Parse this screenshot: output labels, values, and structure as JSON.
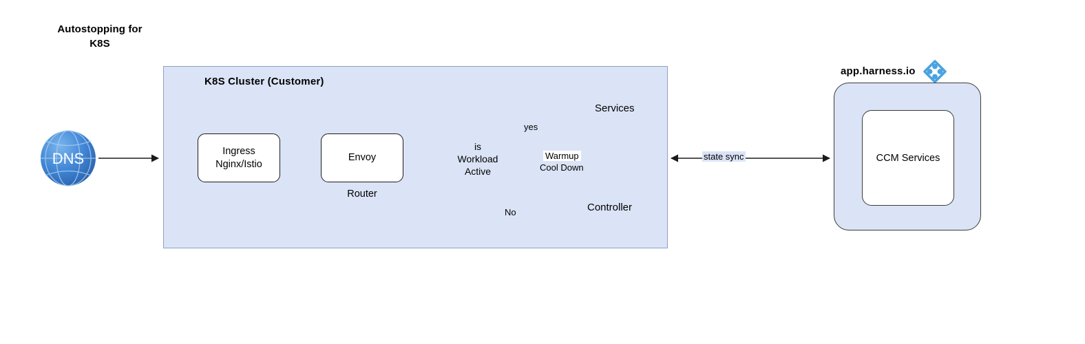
{
  "title": {
    "line1": "Autostopping for",
    "line2": "K8S"
  },
  "cluster": {
    "title": "K8S Cluster (Customer)",
    "icon": "kubernetes-icon",
    "nodes": {
      "ingress": {
        "line1": "Ingress",
        "line2": "Nginx/Istio"
      },
      "envoy": {
        "label": "Envoy",
        "sublabel": "Router"
      },
      "decision": {
        "line1": "is",
        "line2": "Workload",
        "line3": "Active"
      },
      "services": {
        "label": "Services",
        "icon": "services-cubes-icon"
      },
      "controller": {
        "label": "Controller",
        "icon": "controller-cube-icon"
      }
    },
    "edges": {
      "yes": "yes",
      "no": "No",
      "warmup": "Warmup",
      "cooldown": "Cool Down"
    }
  },
  "external": {
    "dns": {
      "label": "DNS",
      "icon": "dns-globe-icon"
    },
    "state_sync": "state sync",
    "harness": {
      "title": "app.harness.io",
      "logo": "harness-logo-icon",
      "cloud_logo": "gcp-logo-icon",
      "inner": {
        "label": "CCM Services",
        "icon": "kubernetes-icon"
      }
    }
  },
  "colors": {
    "cluster_bg": "#dbe4f6",
    "cluster_border": "#8da0c4",
    "k8s_blue": "#326ce5",
    "service_blue": "#3d77e3",
    "dns_blue": "#3b82d6",
    "harness_blue": "#4aa3df",
    "line": "#1a1a1a"
  }
}
